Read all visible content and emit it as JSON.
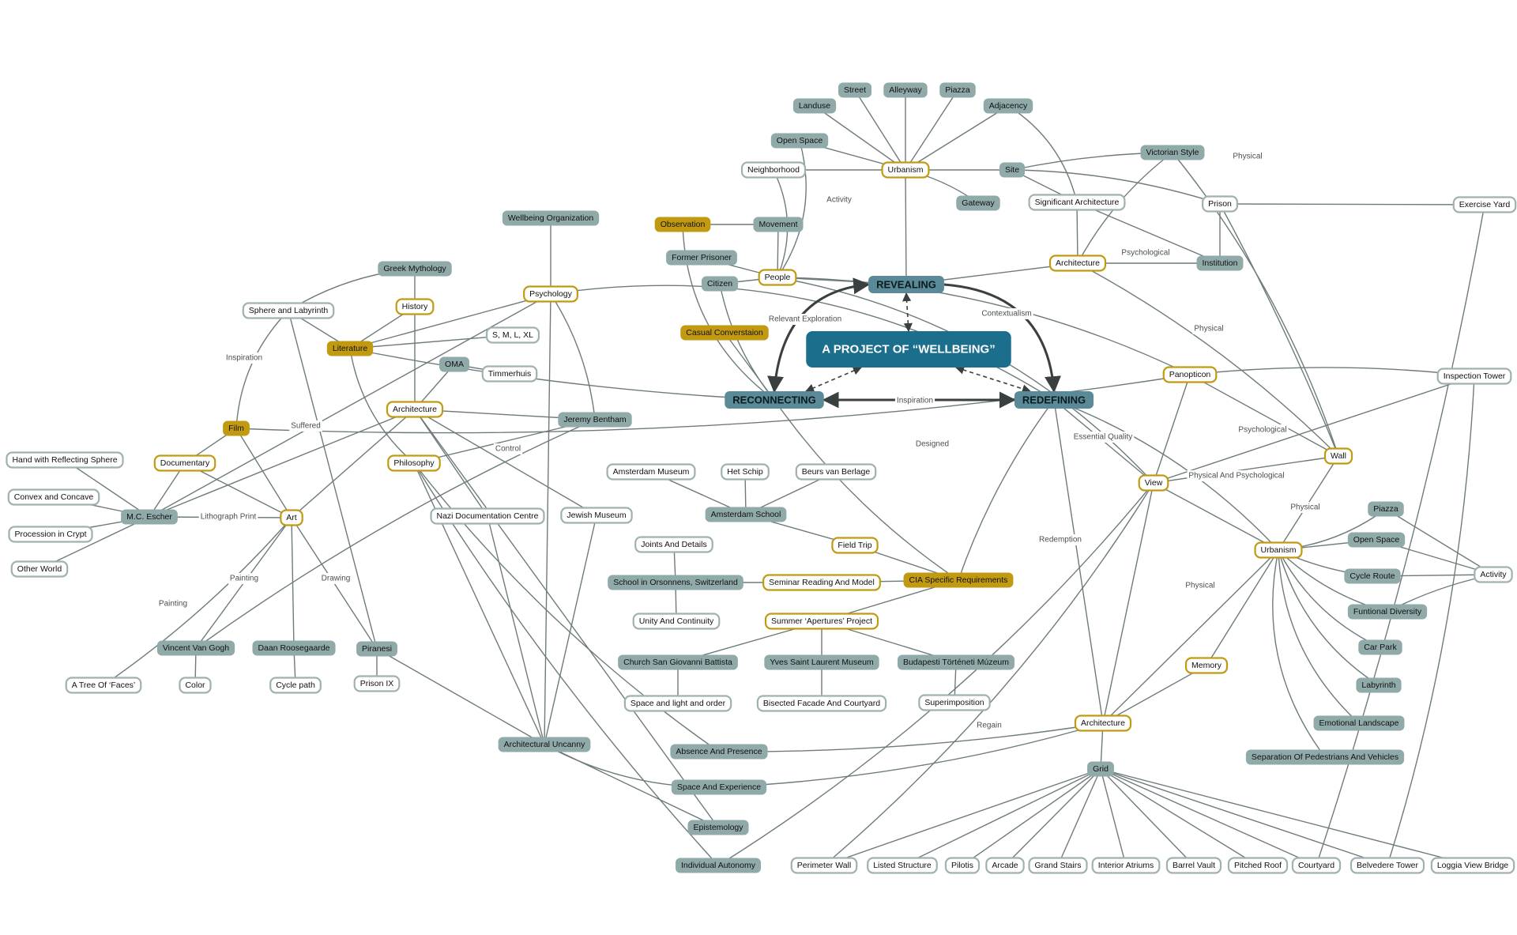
{
  "colors": {
    "center": "#1b6f8c",
    "theme": "#5a8a97",
    "teal": "#90a9a9",
    "gold": "#c29a12",
    "outline_white": "#9fb1b1",
    "outline_gold": "#c29a12",
    "edge": "#6e7b7d",
    "text_dark": "#111111"
  },
  "nodes": {
    "center": "A PROJECT OF “WELLBEING”",
    "revealing": "REVEALING",
    "reconnecting": "RECONNECTING",
    "redefining": "REDEFINING",
    "urbanism_top": "Urbanism",
    "landuse": "Landuse",
    "street": "Street",
    "alleyway": "Alleyway",
    "piazza_top": "Piazza",
    "adjacency": "Adjacency",
    "open_space_top": "Open Space",
    "neighborhood": "Neighborhood",
    "site": "Site",
    "gateway": "Gateway",
    "significant_architecture": "Significant Architecture",
    "victorian_style": "Victorian Style",
    "prison": "Prison",
    "exercise_yard": "Exercise Yard",
    "institution": "Institution",
    "architecture_top": "Architecture",
    "observation": "Observation",
    "movement": "Movement",
    "former_prisoner": "Former Prisoner",
    "people": "People",
    "citizen": "Citizen",
    "casual_conversation": "Casual Converstaion",
    "wellbeing_org": "Wellbeing Organization",
    "psychology": "Psychology",
    "greek_mythology": "Greek Mythology",
    "history": "History",
    "sphere_labyrinth": "Sphere and Labyrinth",
    "literature": "Literature",
    "smlxl": "S, M, L, XL",
    "oma": "OMA",
    "timmerhuis": "Timmerhuis",
    "architecture_left": "Architecture",
    "jeremy_bentham": "Jeremy Bentham",
    "film": "Film",
    "documentary": "Documentary",
    "philosophy": "Philosophy",
    "hand_sphere": "Hand with Reflecting Sphere",
    "convex_concave": "Convex and Concave",
    "procession_crypt": "Procession in Crypt",
    "other_world": "Other World",
    "mc_escher": "M.C. Escher",
    "art": "Art",
    "nazi_doc": "Nazi Documentation Centre",
    "jewish_museum": "Jewish Museum",
    "vincent": "Vincent Van Gogh",
    "daan": "Daan Roosegaarde",
    "piranesi": "Piranesi",
    "tree_faces": "A Tree Of ‘Faces’",
    "color": "Color",
    "cycle_path": "Cycle path",
    "prison_ix": "Prison IX",
    "amsterdam_museum": "Amsterdam Museum",
    "het_schip": "Het Schip",
    "beurs": "Beurs van Berlage",
    "amsterdam_school": "Amsterdam School",
    "field_trip": "Field Trip",
    "joints": "Joints And Details",
    "school_orsonnens": "School in Orsonnens, Switzerland",
    "seminar": "Seminar Reading And Model",
    "cia": "CIA Specific Requirements",
    "unity": "Unity And Continuity",
    "summer": "Summer ‘Apertures’ Project",
    "church": "Church San Giovanni Battista",
    "ysl": "Yves Saint Laurent Museum",
    "budapest": "Budapesti Történeti Múzeum",
    "space_light": "Space and light and order",
    "bisected": "Bisected Facade And Courtyard",
    "superimposition": "Superimposition",
    "arch_uncanny": "Architectural Uncanny",
    "absence": "Absence And Presence",
    "space_experience": "Space And Experience",
    "epistemology": "Epistemology",
    "individual_autonomy": "Individual Autonomy",
    "panopticon": "Panopticon",
    "inspection_tower": "Inspection Tower",
    "wall": "Wall",
    "view": "View",
    "urbanism_right": "Urbanism",
    "piazza_right": "Piazza",
    "open_space_right": "Open Space",
    "cycle_route": "Cycle Route",
    "activity_node": "Activity",
    "functional_diversity": "Funtional Diversity",
    "car_park": "Car Park",
    "labyrinth": "Labyrinth",
    "emotional_landscape": "Emotional Landscape",
    "separation": "Separation Of Pedestrians And Vehicles",
    "memory": "Memory",
    "architecture_bottom": "Architecture",
    "grid": "Grid",
    "perimeter_wall": "Perimeter Wall",
    "listed_structure": "Listed Structure",
    "pilotis": "Pilotis",
    "arcade": "Arcade",
    "grand_stairs": "Grand Stairs",
    "interior_atriums": "Interior Atriums",
    "barrel_vault": "Barrel Vault",
    "pitched_roof": "Pitched Roof",
    "courtyard": "Courtyard",
    "belvedere_tower": "Belvedere Tower",
    "loggia": "Loggia View Bridge"
  },
  "edge_labels": {
    "activity": "Activity",
    "physical_top": "Physical",
    "psychological": "Psychological",
    "physical_mid": "Physical",
    "relevant_exploration": "Relevant Exploration",
    "contextualism": "Contextualism",
    "inspiration_center": "Inspiration",
    "inspiration_left": "Inspiration",
    "suffered": "Suffered",
    "control": "Control",
    "designed": "Designed",
    "essential_quality": "Essential Quality",
    "psychological_right": "Psychological",
    "physical_and_psychological": "Physical And Psychological",
    "lithograph_print": "Lithograph Print",
    "painting_1": "Painting",
    "painting_2": "Painting",
    "drawing": "Drawing",
    "physical_right": "Physical",
    "physical_lower": "Physical",
    "redemption": "Redemption",
    "regain": "Regain"
  }
}
